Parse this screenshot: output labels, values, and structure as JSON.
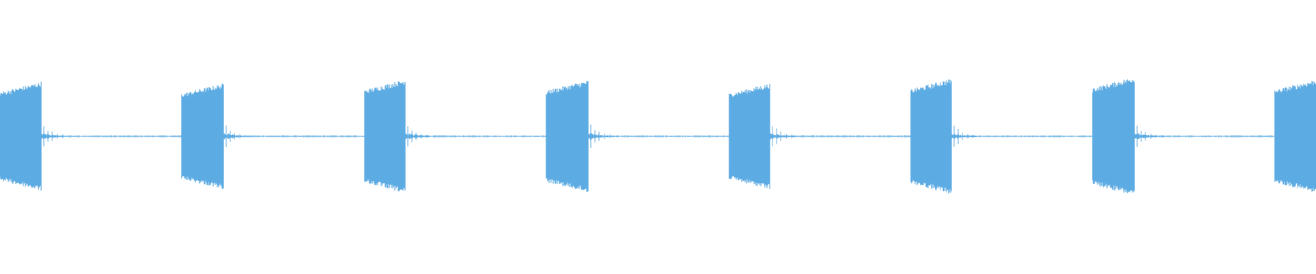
{
  "waveform": {
    "color": "#5DABE3",
    "background": "#FFFFFF",
    "icon": "waveform",
    "burst_count": 8,
    "bursts": [
      {
        "index": 1,
        "start_fraction": 0.0,
        "end_fraction": 0.031,
        "peak_amplitude": 0.64
      },
      {
        "index": 2,
        "start_fraction": 0.138,
        "end_fraction": 0.17,
        "peak_amplitude": 0.62
      },
      {
        "index": 3,
        "start_fraction": 0.277,
        "end_fraction": 0.308,
        "peak_amplitude": 0.67
      },
      {
        "index": 4,
        "start_fraction": 0.415,
        "end_fraction": 0.447,
        "peak_amplitude": 0.66
      },
      {
        "index": 5,
        "start_fraction": 0.554,
        "end_fraction": 0.585,
        "peak_amplitude": 0.62
      },
      {
        "index": 6,
        "start_fraction": 0.692,
        "end_fraction": 0.723,
        "peak_amplitude": 0.68
      },
      {
        "index": 7,
        "start_fraction": 0.83,
        "end_fraction": 0.862,
        "peak_amplitude": 0.7
      },
      {
        "index": 8,
        "start_fraction": 0.969,
        "end_fraction": 1.0,
        "peak_amplitude": 0.67
      }
    ],
    "baseline_amplitude": 0.01,
    "decay_spike_amplitude": 0.12
  }
}
